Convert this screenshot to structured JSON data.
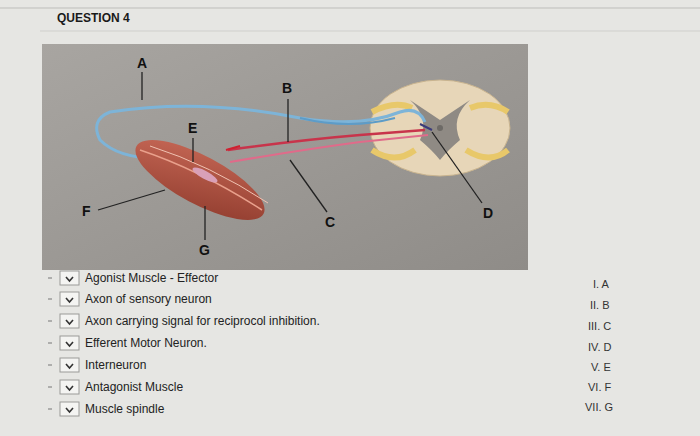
{
  "diagram": {
    "title": "QUESTION 4",
    "labels": [
      "A",
      "B",
      "E",
      "F",
      "C",
      "D",
      "G",
      "Agonist Muscle - Effector",
      "Axon of sensory neuron",
      "Axon carrying signal for reciprocol inhibition.",
      "Efferent Motor Neuron.",
      "Interneuron",
      "Antagonist Muscle",
      "Muscle spindle",
      "I. A",
      "II. B",
      "III. C",
      "IV. D",
      "V. E",
      "VI. F",
      "VII. G"
    ]
  }
}
